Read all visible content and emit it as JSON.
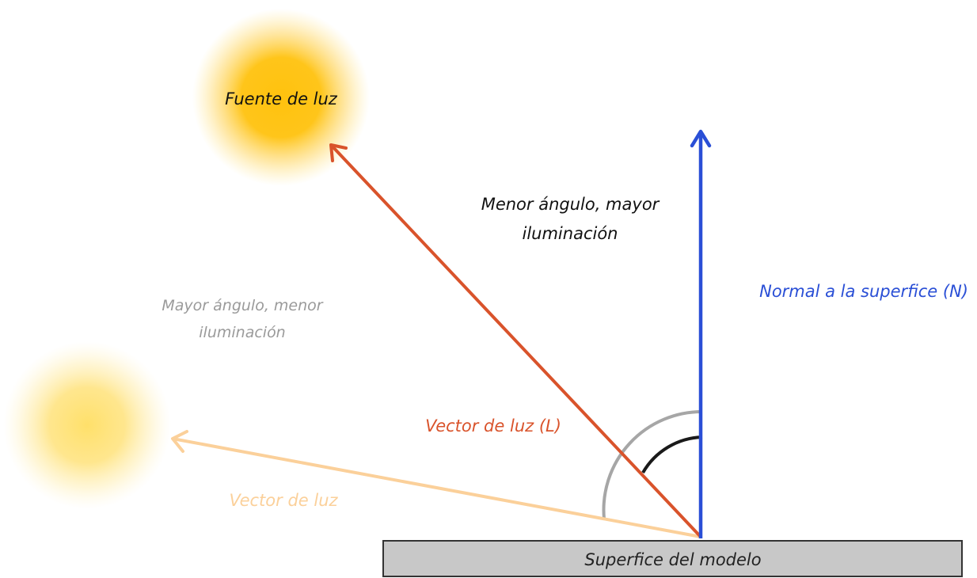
{
  "labels": {
    "light_source": "Fuente de luz",
    "smaller_angle_line1": "Menor ángulo, mayor",
    "smaller_angle_line2": "iluminación",
    "surface_normal": "Normal a la superfice (N)",
    "larger_angle_line1": "Mayor ángulo, menor",
    "larger_angle_line2": "iluminación",
    "light_vector_l": "Vector de luz (L)",
    "light_vector": "Vector de luz",
    "model_surface": "Superfice del modelo"
  },
  "colors": {
    "sun": "#FFC20E",
    "sun_faint": "#FFE27A",
    "normal_arrow": "#2A4FD6",
    "light_vector_l": "#D9532B",
    "light_vector_faint": "#FBD09A",
    "angle_large": "#A6A6A6",
    "angle_small": "#1A1A1A",
    "surface_fill": "#C8C8C8",
    "surface_border": "#333333",
    "label_dark": "#111111",
    "label_grey": "#9A9A9A"
  }
}
